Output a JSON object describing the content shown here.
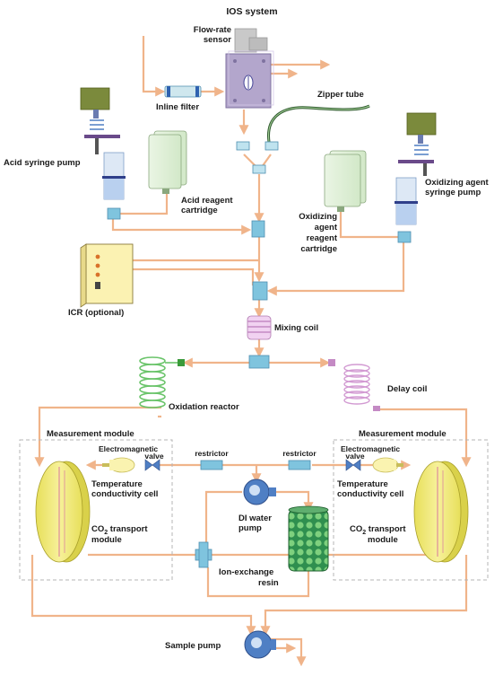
{
  "title": "IOS system",
  "labels": {
    "flow_rate_sensor_1": "Flow-rate",
    "flow_rate_sensor_2": "sensor",
    "inline_filter": "Inline filter",
    "zipper_tube": "Zipper tube",
    "acid_syringe_pump": "Acid syringe pump",
    "acid_reagent_cartridge_1": "Acid reagent",
    "acid_reagent_cartridge_2": "cartridge",
    "oxidizing_syringe_1": "Oxidizing agent",
    "oxidizing_syringe_2": "syringe pump",
    "oxidizing_cartridge_1": "Oxidizing",
    "oxidizing_cartridge_2": "agent",
    "oxidizing_cartridge_3": "reagent",
    "oxidizing_cartridge_4": "cartridge",
    "icr": "ICR (optional)",
    "mixing_coil": "Mixing coil",
    "oxidation_reactor": "Oxidation reactor",
    "delay_coil": "Delay coil",
    "measurement_module_left": "Measurement module",
    "measurement_module_right": "Measurement module",
    "em_valve_left_1": "Electromagnetic",
    "em_valve_left_2": "valve",
    "em_valve_right_1": "Electromagnetic",
    "em_valve_right_2": "valve",
    "restrictor_left": "restrictor",
    "restrictor_right": "restrictor",
    "temp_cell_left_1": "Temperature",
    "temp_cell_left_2": "conductivity cell",
    "temp_cell_right_1": "Temperature",
    "temp_cell_right_2": "conductivity cell",
    "di_water_pump_1": "DI water",
    "di_water_pump_2": "pump",
    "co2_left_1_main": "CO",
    "co2_left_1_sub": "2",
    "co2_left_1_rest": " transport",
    "co2_left_2": "module",
    "co2_right_1_main": "CO",
    "co2_right_1_sub": "2",
    "co2_right_1_rest": " transport",
    "co2_right_2": "module",
    "ion_exchange_1": "Ion-exchange",
    "ion_exchange_2": "resin",
    "sample_pump": "Sample pump"
  },
  "colors": {
    "pipe": "#f0b48a",
    "sensor_body": "#b3a6cc",
    "coil_pink": "#d9a3d9",
    "coil_green": "#8fd18f",
    "module_yellow": "#f2ec7a",
    "pump_blue": "#4f7fc4",
    "motor_olive": "#7b8a3c"
  }
}
